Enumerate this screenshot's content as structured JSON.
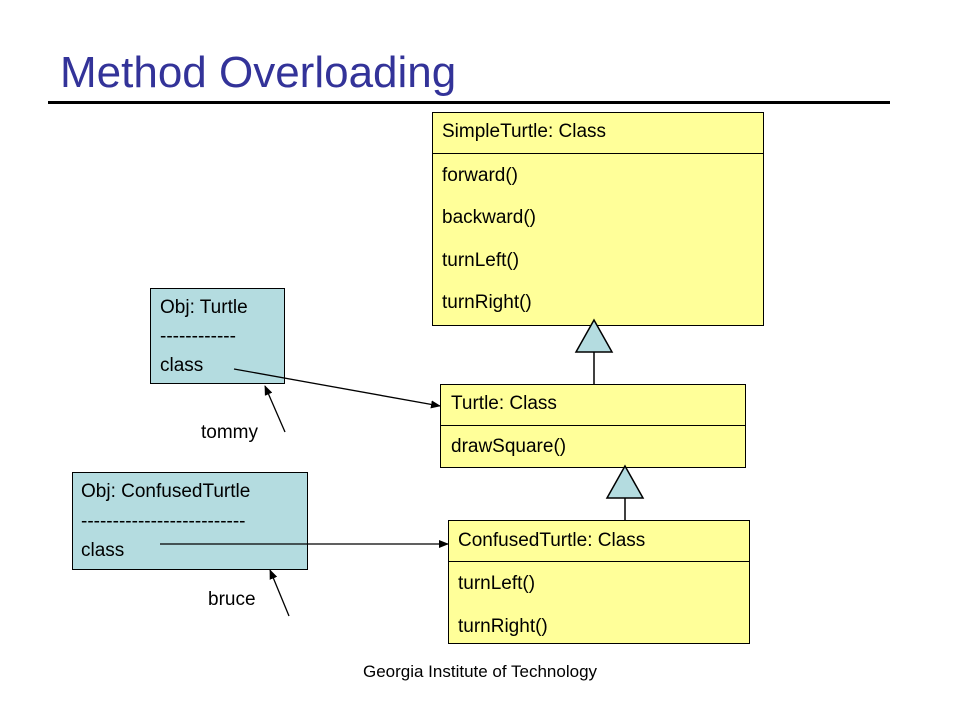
{
  "title": "Method Overloading",
  "classes": {
    "simple_turtle": {
      "name": "SimpleTurtle: Class",
      "methods": [
        "forward()",
        "backward()",
        "turnLeft()",
        "turnRight()"
      ]
    },
    "turtle": {
      "name": "Turtle: Class",
      "methods": [
        "drawSquare()"
      ]
    },
    "confused_turtle": {
      "name": "ConfusedTurtle: Class",
      "methods": [
        "turnLeft()",
        "turnRight()"
      ]
    }
  },
  "objects": {
    "tommy": {
      "header": "Obj: Turtle",
      "separator": "------------",
      "field": "class",
      "variable": "tommy"
    },
    "bruce": {
      "header": "Obj: ConfusedTurtle",
      "separator": "--------------------------",
      "field": "class",
      "variable": "bruce"
    }
  },
  "footer": "Georgia Institute of Technology",
  "colors": {
    "title": "#333399",
    "class_fill": "#ffff99",
    "object_fill": "#b4dce0"
  }
}
